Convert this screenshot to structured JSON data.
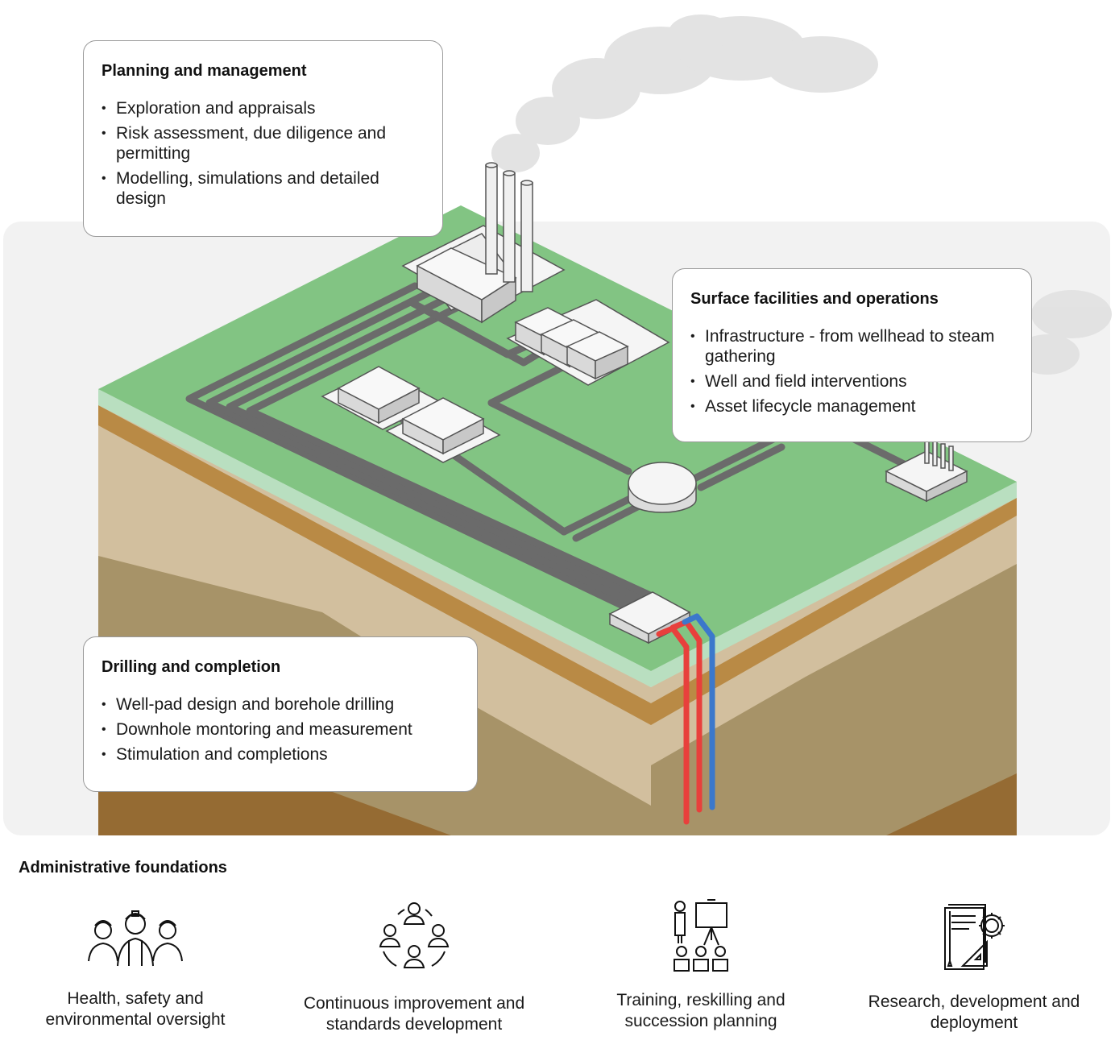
{
  "cards": {
    "planning": {
      "title": "Planning and management",
      "items": [
        "Exploration and appraisals",
        "Risk assessment, due diligence and permitting",
        "Modelling, simulations and detailed design"
      ]
    },
    "surface": {
      "title": "Surface facilities and operations",
      "items": [
        "Infrastructure - from wellhead to steam gathering",
        "Well and field interventions",
        "Asset lifecycle management"
      ]
    },
    "drilling": {
      "title": "Drilling and completion",
      "items": [
        "Well-pad design and borehole drilling",
        "Downhole montoring and measurement",
        "Stimulation and completions"
      ]
    }
  },
  "admin": {
    "title": "Administrative foundations",
    "items": [
      {
        "icon": "workers-icon",
        "label": "Health, safety and environmental oversight"
      },
      {
        "icon": "team-circle-icon",
        "label": "Continuous improvement and standards development"
      },
      {
        "icon": "training-presentation-icon",
        "label": "Training, reskilling and succession planning"
      },
      {
        "icon": "research-tools-icon",
        "label": "Research, development and deployment"
      }
    ]
  },
  "colors": {
    "grass": "#82c483",
    "grass_edge": "#b9dfc0",
    "pipes": "#6b6b6b",
    "hot_pipe": "#e8403c",
    "cold_pipe": "#3b78cc",
    "soil_top": "#b98a45",
    "soil_light": "#d2bf9e",
    "soil_mid": "#a79368",
    "soil_dark": "#956b33",
    "backdrop": "#f2f2f2"
  }
}
